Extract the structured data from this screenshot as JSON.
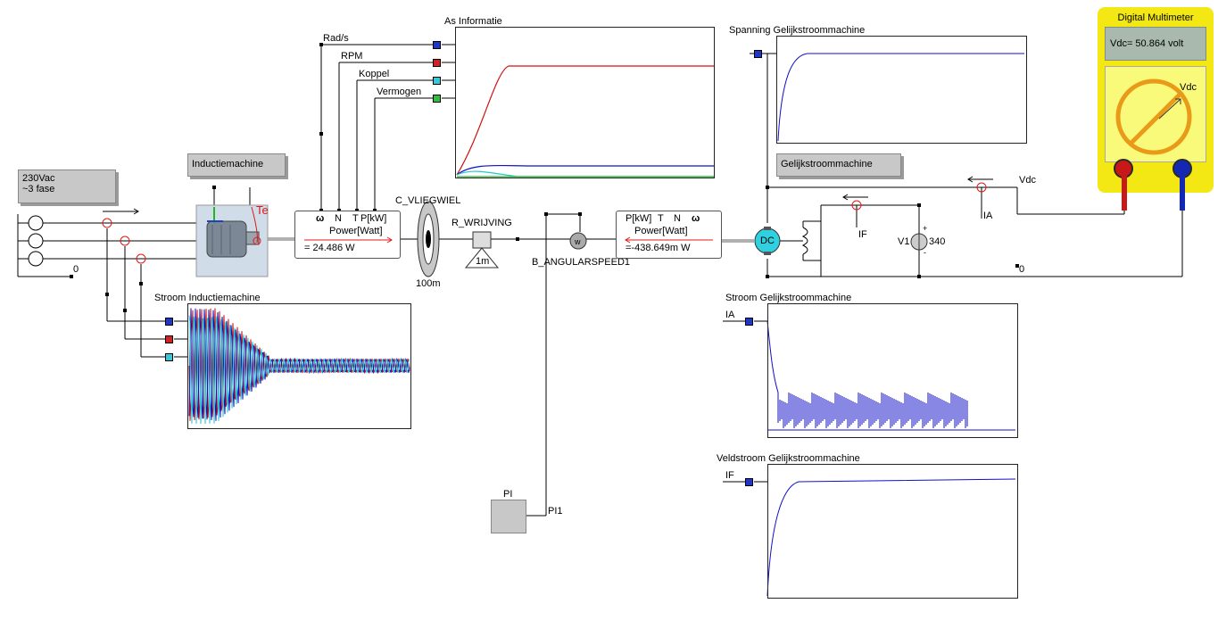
{
  "source": {
    "label_line1": "230Vac",
    "label_line2": "~3 fase",
    "ground": "0"
  },
  "induction_machine": {
    "label": "Inductiemachine",
    "torque_symbol": "Te"
  },
  "sensor_left": {
    "pins": [
      "ω",
      "N",
      "T",
      "P[kW]"
    ],
    "title": "Power[Watt]",
    "value": "= 24.486 W"
  },
  "flywheel": {
    "name": "C_VLIEGWIEL",
    "value": "100m"
  },
  "friction": {
    "name": "R_WRIJVING",
    "value": "1m"
  },
  "speed_sensor": {
    "name": "B_ANGULARSPEED1",
    "symbol": "w"
  },
  "sensor_right": {
    "pins": [
      "P[kW]",
      "T",
      "N",
      "ω"
    ],
    "title": "Power[Watt]",
    "value": "=-438.649m W"
  },
  "pi_controller": {
    "box_label": "PI",
    "name": "PI1"
  },
  "as_informatie": {
    "title": "As Informatie",
    "inputs": [
      "Rad/s",
      "RPM",
      "Koppel",
      "Vermogen"
    ],
    "pin_colors": [
      "#1f36c8",
      "#d42020",
      "#35c8d8",
      "#2fbf3a"
    ]
  },
  "stroom_inductie": {
    "title": "Stroom Inductiemachine",
    "pin_colors": [
      "#1f36c8",
      "#d42020",
      "#35c8d8"
    ]
  },
  "dc_machine": {
    "label": "Gelijkstroommachine",
    "symbol": "DC",
    "ground": "0"
  },
  "dc_circuit": {
    "vdc_label": "Vdc",
    "ia_label": "IA",
    "if_label": "IF",
    "source_name": "V1",
    "source_value": "340",
    "plus": "+",
    "minus": "-"
  },
  "spanning_scope": {
    "title": "Spanning Gelijkstroommachine"
  },
  "stroom_dc_scope": {
    "title": "Stroom Gelijkstroommachine",
    "input": "IA"
  },
  "veldstroom_scope": {
    "title": "Veldstroom Gelijkstroommachine",
    "input": "IF"
  },
  "multimeter": {
    "title": "Digital Multimeter",
    "display": "Vdc= 50.864 volt",
    "probe_label": "Vdc"
  },
  "colors": {
    "wire": "#000000",
    "shaft": "#b0b0b0",
    "trace_blue": "#1010c8",
    "trace_red": "#d01010",
    "trace_cyan": "#20c8d0",
    "probe_red": "#c81818",
    "probe_blue": "#1428b4",
    "sensor_red": "#e01818"
  }
}
